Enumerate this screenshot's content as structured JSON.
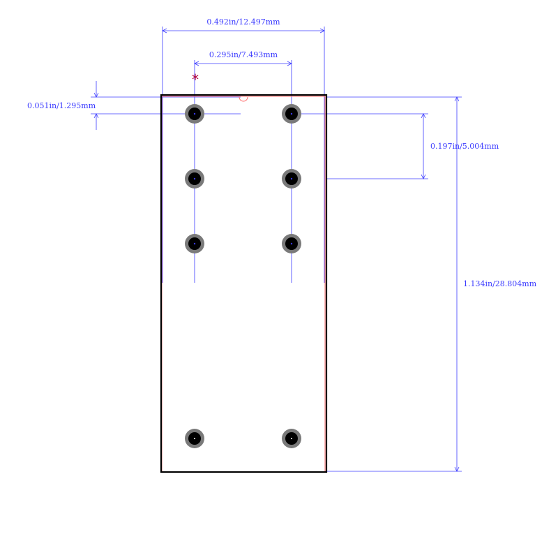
{
  "colors": {
    "dimension": "#3b3bff",
    "outline": "#000000",
    "pad_ring": "#7a7a7a",
    "pad_center": "#000000",
    "pin1_marker": "#b0003a",
    "courtyard": "#ff6f6f"
  },
  "icons": {
    "pin1": "asterisk-marker",
    "notch": "semicircle-notch"
  },
  "labels": {
    "pin1_marker": "*",
    "overall_width": "0.492in/12.497mm",
    "pin_column_spacing": "0.295in/7.493mm",
    "edge_to_pin_row": "0.051in/1.295mm",
    "pin_row_pitch": "0.197in/5.004mm",
    "overall_length": "1.134in/28.804mm"
  },
  "pads": {
    "columns": 2,
    "rows": 4,
    "count": 8
  }
}
